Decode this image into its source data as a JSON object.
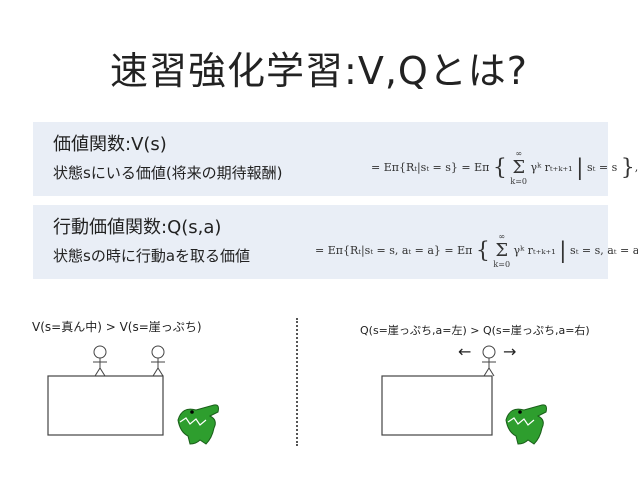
{
  "title": "速習強化学習:V,Qとは?",
  "box_v": {
    "heading": "価値関数:V(s)",
    "description": "状態sにいる価値(将来の期待報酬)",
    "formula_lhs": "= E",
    "formula_cond": "{R",
    "formula_text": "= Eπ{Rₜ|sₜ = s} = Eπ",
    "formula_sum": "γᵏ rₜ₊ₖ₊₁",
    "formula_tail": "sₜ = s",
    "formula_sum_top": "∞",
    "formula_sum_bottom": "k=0"
  },
  "box_q": {
    "heading": "行動価値関数:Q(s,a)",
    "description": "状態sの時に行動aを取る価値",
    "formula_text": "= Eπ{Rₜ|sₜ = s, aₜ = a} = Eπ",
    "formula_sum": "γᵏ rₜ₊ₖ₊₁",
    "formula_tail": "sₜ = s, aₜ = a",
    "formula_sum_top": "∞",
    "formula_sum_bottom": "k=0"
  },
  "comparison_left": "V(s=真ん中) > V(s=崖っぷち)",
  "comparison_right": "Q(s=崖っぷち,a=左) > Q(s=崖っぷち,a=右)",
  "arrow_left": "←",
  "arrow_right": "→",
  "colors": {
    "box_bg": "#e9eef6",
    "croc_green": "#2e9e2e"
  }
}
